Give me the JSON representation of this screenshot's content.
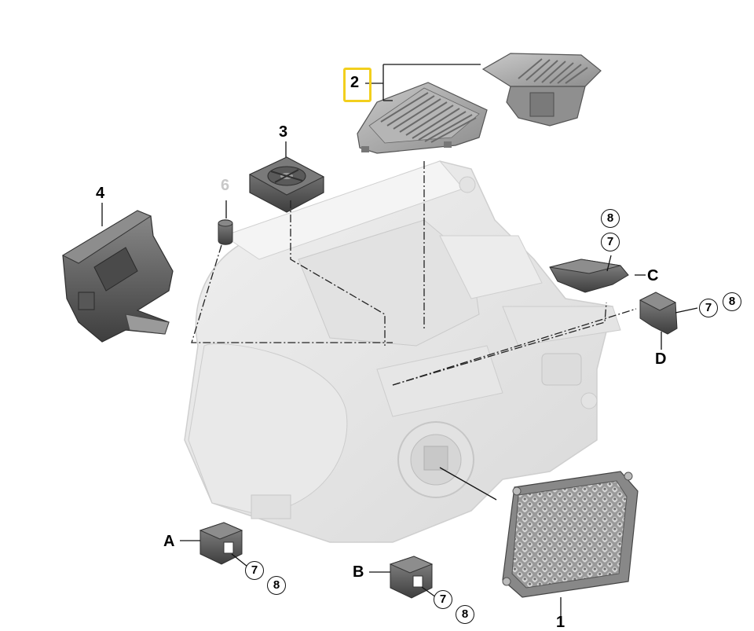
{
  "labels": {
    "part1": "1",
    "part2": "2",
    "part3": "3",
    "part4": "4",
    "part6": "6",
    "detailA": "A",
    "detailB": "B",
    "detailC": "C",
    "detailD": "D",
    "screw7": "7",
    "screw8": "8"
  },
  "colors": {
    "highlight": "#f2cf1d",
    "ghost_part": "#e6e6e6",
    "part_dark": "#5e5e5e",
    "part_light": "#a9a9a9"
  }
}
